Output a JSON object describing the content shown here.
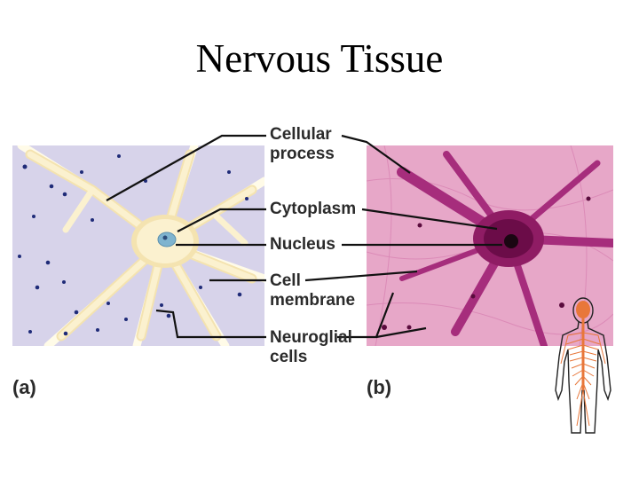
{
  "title": "Nervous Tissue",
  "labels": {
    "cellular_process": [
      "Cellular",
      "process"
    ],
    "cytoplasm": "Cytoplasm",
    "nucleus": "Nucleus",
    "cell_membrane": [
      "Cell",
      "membrane"
    ],
    "neuroglial_cells": [
      "Neuroglial",
      "cells"
    ]
  },
  "panels": {
    "a": "(a)",
    "b": "(b)"
  },
  "colors": {
    "panel_a_bg": "#d7d3ea",
    "neuron_fill": "#fbf1cf",
    "nucleus": "#7fb4cf",
    "panel_b_bg": "#e7a7c8",
    "neuron_stain": "#7a0f52",
    "leader_line": "#111111",
    "spinal_highlight": "#e8773a"
  }
}
